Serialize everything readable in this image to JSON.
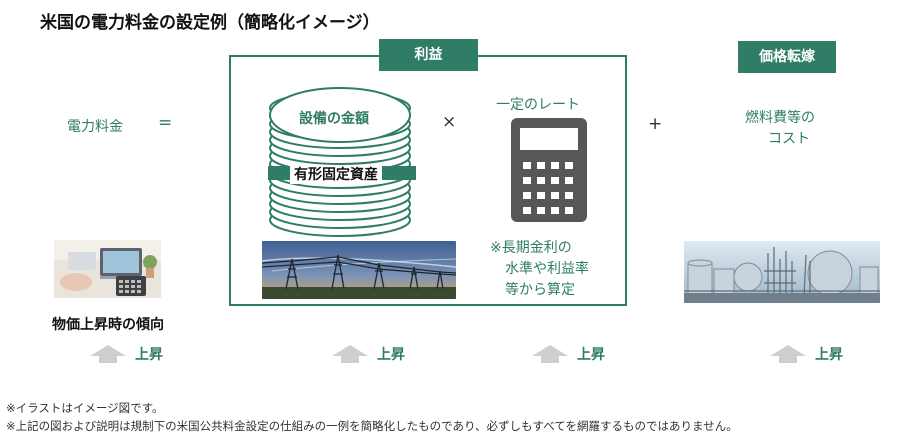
{
  "title": "米国の電力料金の設定例（簡略化イメージ）",
  "left": {
    "label": "電力料金",
    "equals": "=",
    "caption": "物価上昇時の傾向",
    "arrow_text": "上昇"
  },
  "frame": {
    "tag": "利益",
    "asset_stack": {
      "top_label": "設備の金額",
      "band_label": "有形固定資産"
    },
    "times": "×",
    "rate": {
      "label": "一定のレート",
      "note_line1": "※長期金利の",
      "note_line2": "水準や利益率",
      "note_line3": "等から算定"
    },
    "arrow_text_1": "上昇",
    "arrow_text_2": "上昇"
  },
  "plus": "+",
  "right": {
    "tag": "価格転嫁",
    "line1": "燃料費等の",
    "line2": "コスト",
    "arrow_text": "上昇"
  },
  "footnotes": {
    "line1": "※イラストはイメージ図です。",
    "line2": "※上記の図および説明は規制下の米国公共料金設定の仕組みの一例を簡略化したものであり、必ずしもすべてを網羅するものではありません。"
  },
  "colors": {
    "accent": "#2f7d66",
    "arrow": "#cfcfcf",
    "calculator": "#575757"
  },
  "icons": [
    "coin-stack-icon",
    "calculator-icon",
    "up-arrow-icon"
  ]
}
